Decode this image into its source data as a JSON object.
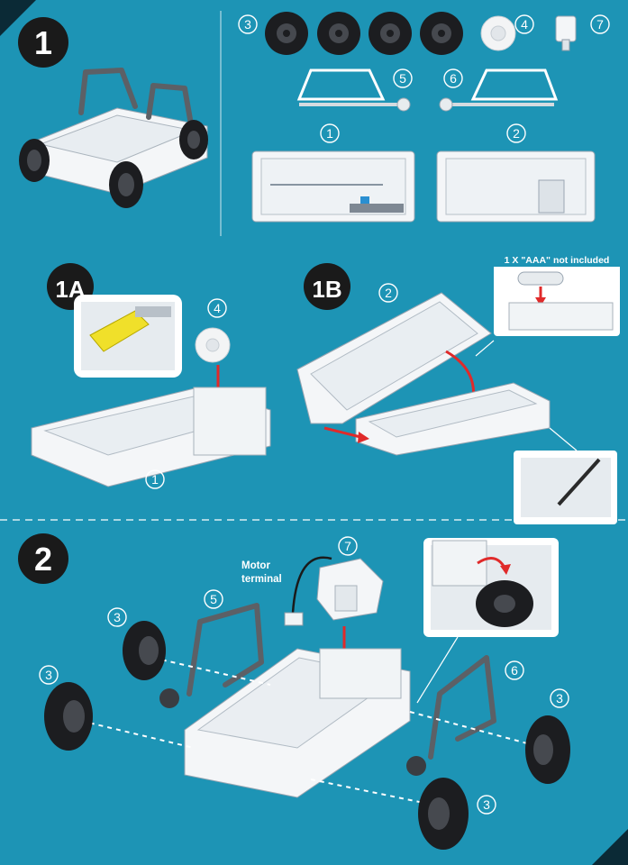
{
  "steps": {
    "step1": "1",
    "step1a": "1A",
    "step1b": "1B",
    "step2": "2"
  },
  "parts": {
    "p1": "1",
    "p2": "2",
    "p3": "3",
    "p4": "4",
    "p5": "5",
    "p6": "6",
    "p7": "7"
  },
  "notes": {
    "battery": "1 X \"AAA\" not included",
    "minus": "−",
    "plus": "+",
    "motor_terminal_line1": "Motor",
    "motor_terminal_line2": "terminal"
  },
  "colors": {
    "background": "#1d94b5",
    "badge": "#1a1a1a",
    "arrow": "#e02a2a"
  }
}
